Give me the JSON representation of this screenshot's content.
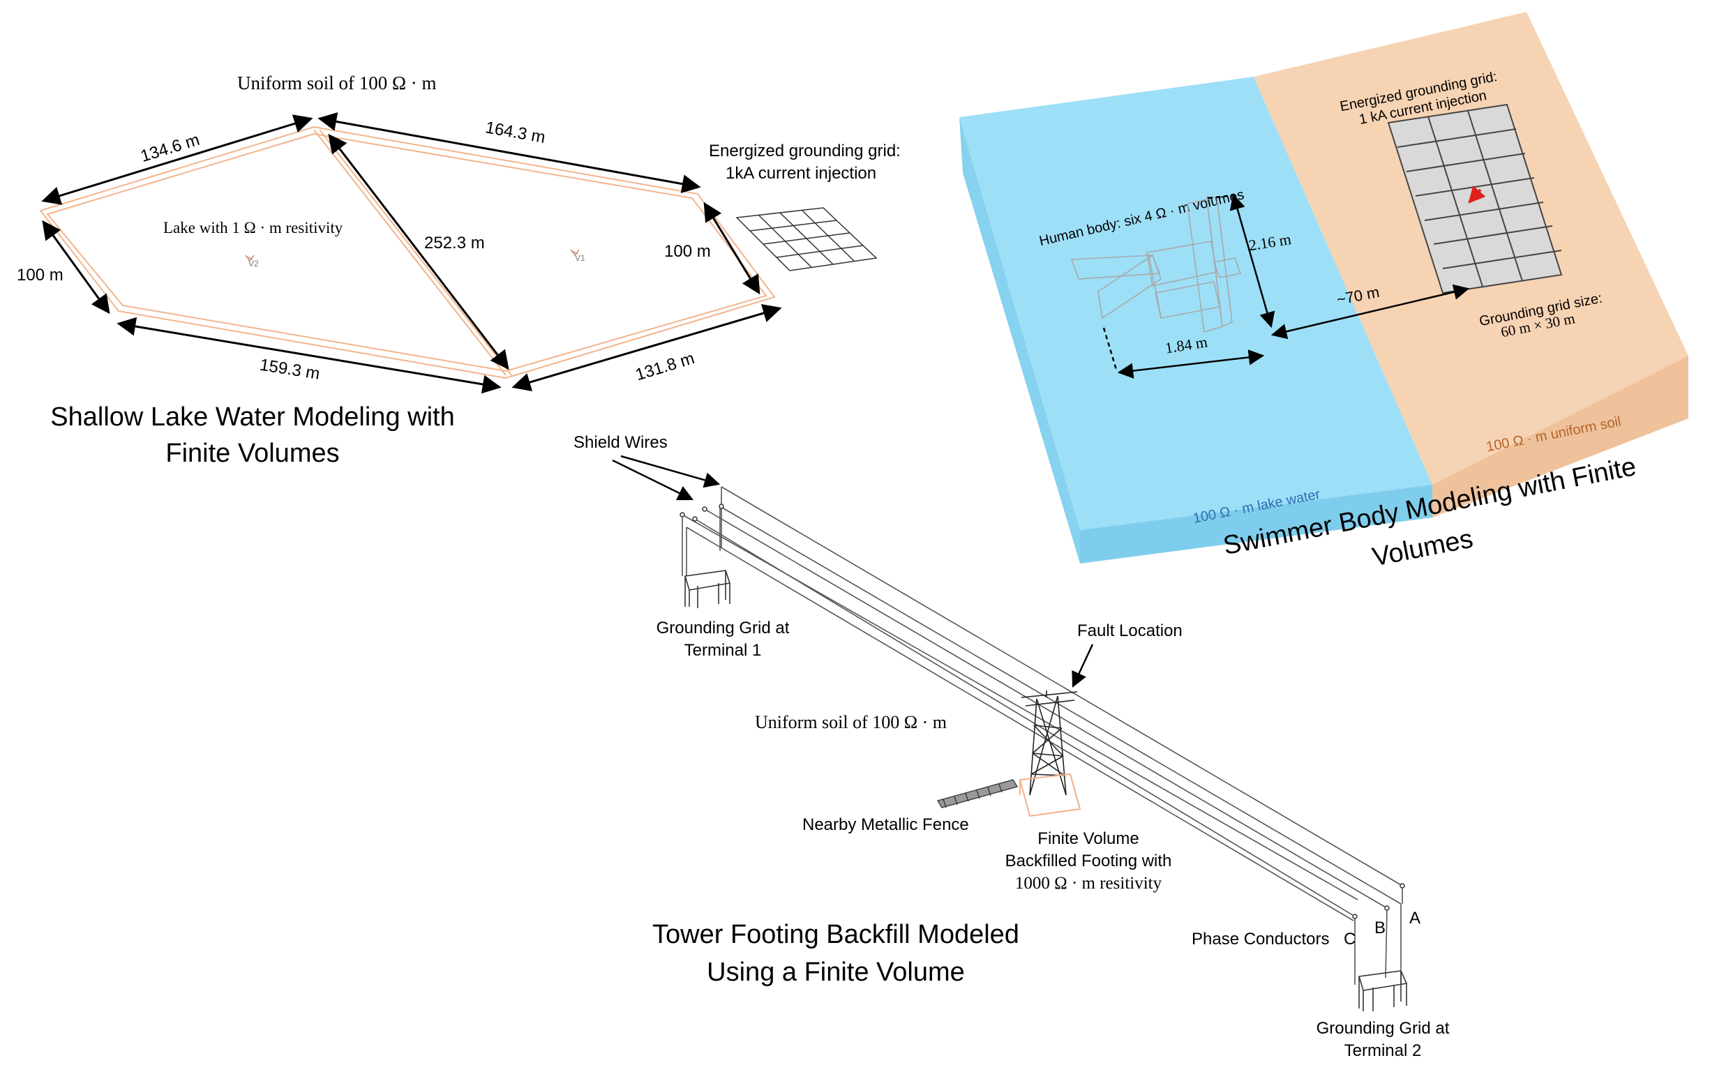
{
  "lake": {
    "soil_label": "Uniform soil of 100 Ω · m",
    "lake_label": "Lake with 1 Ω · m resitivity",
    "dim_top_left": "134.6 m",
    "dim_top_right": "164.3 m",
    "dim_diagonal": "252.3 m",
    "dim_left": "100 m",
    "dim_right": "100 m",
    "dim_bottom_left": "159.3 m",
    "dim_bottom_right": "131.8 m",
    "marker_v1": "V1",
    "marker_v2": "V2",
    "grid_label_line1": "Energized grounding grid:",
    "grid_label_line2": "1kA current injection",
    "caption_line1": "Shallow Lake Water Modeling with",
    "caption_line2": "Finite Volumes"
  },
  "swimmer": {
    "grid_label_line1": "Energized grounding grid:",
    "grid_label_line2": "1 kA current injection",
    "body_label": "Human body: six 4 Ω · m volumes",
    "dim_height": "2.16 m",
    "dim_width": "1.84 m",
    "dim_distance": "~70 m",
    "grid_size_line1": "Grounding grid size:",
    "grid_size_line2": "60 m × 30 m",
    "water_label": "100 Ω · m lake water",
    "soil_label": "100 Ω · m uniform soil",
    "caption_line1": "Swimmer Body Modeling with Finite",
    "caption_line2": "Volumes",
    "colors": {
      "water": "#9ddff7",
      "soil": "#f6d3b3",
      "arrow": "#e0201b"
    }
  },
  "tower": {
    "shield_wires": "Shield Wires",
    "terminal1_line1": "Grounding Grid at",
    "terminal1_line2": "Terminal 1",
    "fault_location": "Fault Location",
    "soil_label": "Uniform soil of 100 Ω · m",
    "fence_label": "Nearby Metallic Fence",
    "footing_line1": "Finite Volume",
    "footing_line2": "Backfilled Footing with",
    "footing_line3": "1000 Ω · m resitivity",
    "phase_conductors": "Phase Conductors",
    "phase_a": "A",
    "phase_b": "B",
    "phase_c": "C",
    "terminal2_line1": "Grounding Grid at",
    "terminal2_line2": "Terminal 2",
    "caption_line1": "Tower Footing Backfill Modeled",
    "caption_line2": "Using a Finite Volume"
  }
}
